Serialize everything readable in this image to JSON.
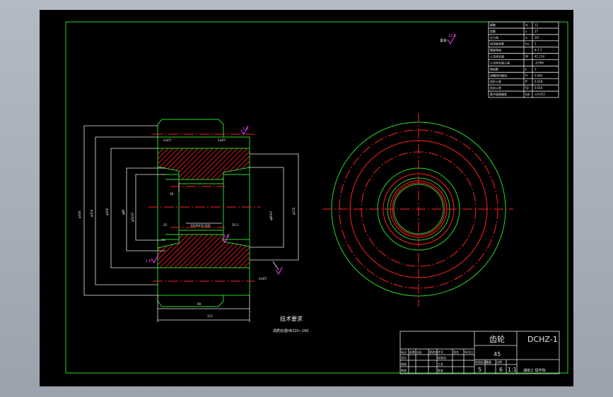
{
  "title_block": {
    "part_name": "齿轮",
    "material": "45",
    "drawing_no": "DCHZ-1",
    "scale": "1:1",
    "sheet_left": "5",
    "sheet_right": "6",
    "school": "湖南工  程学院",
    "row_labels": [
      "标记",
      "处数",
      "设计",
      "校核",
      "审核"
    ],
    "header_labels": [
      "分区",
      "更改文件号",
      "签名",
      "年月日"
    ],
    "mid_labels": [
      "标准化",
      "工艺",
      "批准"
    ],
    "stage_labels": [
      "阶段标记",
      "重量",
      "比例"
    ]
  },
  "gear_table": {
    "rows": [
      {
        "label": "模数",
        "sym": "m",
        "value": "12"
      },
      {
        "label": "齿数",
        "sym": "z",
        "value": "27"
      },
      {
        "label": "压力角",
        "sym": "α",
        "value": "20°"
      },
      {
        "label": "齿顶高系数",
        "sym": "ha",
        "value": "1"
      },
      {
        "label": "精度等级",
        "sym": "",
        "value": "8-7-7"
      },
      {
        "label": "公法线长度",
        "sym": "W",
        "value": "41.214"
      },
      {
        "label": "公法线长度公差",
        "sym": "",
        "value": "-0.096"
      },
      {
        "label": "跨齿数",
        "sym": "k",
        "value": "3"
      },
      {
        "label": "齿圈径向跳动",
        "sym": "Fr",
        "value": "0.063"
      },
      {
        "label": "齿形公差",
        "sym": "ff",
        "value": "0.018"
      },
      {
        "label": "齿向公差",
        "sym": "Fβ",
        "value": "0.016"
      },
      {
        "label": "基节极限偏差",
        "sym": "fpb",
        "value": "±0.013"
      }
    ]
  },
  "annotations": {
    "roughness_rest_label": "其余",
    "roughness_rest_value": "12.5",
    "roughness_top": "1.6",
    "roughness_mid": "1.6",
    "roughness_left": "1.6",
    "spline_note": "6X26X32 EQS",
    "chamfer_1": "2x45°",
    "chamfer_2": "2x45°",
    "chamfer_3": "2x45°",
    "dim_1": "30",
    "dim_2": "25",
    "dim_3": "35.5",
    "dim_4": "99",
    "dim_5": "115",
    "dim_v1": "φ348",
    "dim_v2": "φ324",
    "dim_v3": "φ300",
    "dim_v4": "φ80",
    "dim_v5": "φ32H7",
    "dim_v6": "φ80H7",
    "dim_v7": "φ125"
  },
  "tech_req": {
    "title": "技术要求",
    "line1": "调质处理HB220~260"
  }
}
